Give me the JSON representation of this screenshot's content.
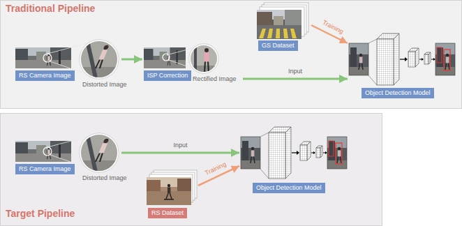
{
  "diagram": {
    "nodes": [
      {
        "text": [
          "Traditional Pipeline"
        ]
      },
      {
        "text": [
          "RS Camera Image"
        ],
        "in": 0
      },
      {
        "text": [
          "ISP Correction"
        ],
        "in": 0
      },
      {
        "text": [
          "GS Dataset"
        ],
        "in": 0
      },
      {
        "text": [
          "Object Detection Model"
        ],
        "in": 0
      },
      {
        "text": [
          "Target Pipeline"
        ]
      },
      {
        "text": [
          "RS Camera Image"
        ],
        "in": 5
      },
      {
        "text": [
          "Object Detection Model"
        ],
        "in": 5
      },
      {
        "text": [
          "RS Dataset"
        ],
        "in": 5
      }
    ],
    "edges": [
      {
        "from": 1,
        "to": 2,
        "arrow": "to"
      },
      {
        "from": 2,
        "to": 4,
        "label": "Input",
        "arrow": "to"
      },
      {
        "from": 3,
        "to": 4,
        "label": "Training",
        "arrow": "to"
      },
      {
        "from": 6,
        "to": 7,
        "label": "Input",
        "arrow": "to"
      },
      {
        "from": 8,
        "to": 7,
        "label": "Training",
        "arrow": "to"
      }
    ],
    "labels": [
      "Distorted Image",
      "Rectified Image",
      "Distorted Image"
    ]
  }
}
